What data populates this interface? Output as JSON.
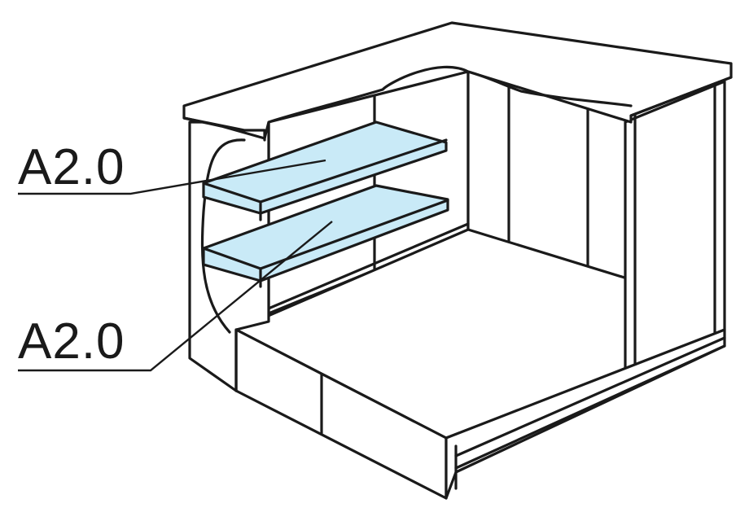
{
  "callouts": [
    {
      "id": "upper-shelf",
      "text": "A2.0"
    },
    {
      "id": "lower-shelf",
      "text": "A2.0"
    }
  ],
  "colors": {
    "shelf_fill": "#c9eaf7",
    "line": "#1a1a1a",
    "background": "#ffffff"
  }
}
